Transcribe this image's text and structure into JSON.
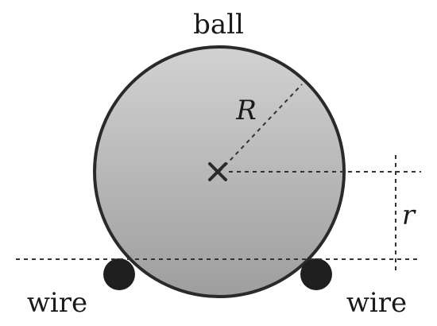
{
  "labels": {
    "ball": "ball",
    "radius_R": "R",
    "radius_r": "r",
    "wire_left": "wire",
    "wire_right": "wire"
  },
  "colors": {
    "outline": "#2a2a2a",
    "ball_fill_top": "#d2d2d2",
    "ball_fill_bottom": "#9e9e9e",
    "wire_fill": "#1f1f1f",
    "text": "#1a1a1a",
    "dashed_line": "#333333"
  }
}
